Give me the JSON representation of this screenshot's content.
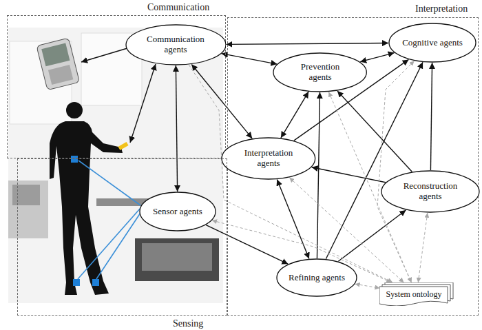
{
  "diagram": {
    "nodes": [
      {
        "text": [
          "Communication"
        ]
      },
      {
        "text": [
          "Communication agents"
        ],
        "in": 0
      },
      {
        "text": [
          "Interpretation"
        ]
      },
      {
        "text": [
          "Cognitive agents"
        ],
        "in": 2
      },
      {
        "text": [
          "Prevention agents"
        ],
        "in": 2
      },
      {
        "text": [
          "Interpretation agents"
        ],
        "in": 2
      },
      {
        "text": [
          "Reconstruction agents"
        ],
        "in": 2
      },
      {
        "text": [
          "Refining agents"
        ],
        "in": 2
      },
      {
        "text": [
          "System ontology"
        ],
        "in": 2
      },
      {
        "text": [
          "Sensing"
        ]
      },
      {
        "text": [
          "Sensor agents"
        ],
        "in": 9
      }
    ],
    "edges": [
      {
        "from": 1,
        "to": 3,
        "arrow": "both"
      },
      {
        "from": 1,
        "to": 4,
        "arrow": "both"
      },
      {
        "from": 1,
        "to": 5,
        "arrow": "both"
      },
      {
        "from": 1,
        "to": 10,
        "arrow": "both"
      },
      {
        "from": 4,
        "to": 3,
        "arrow": "both"
      },
      {
        "from": 5,
        "to": 4,
        "arrow": "both"
      },
      {
        "from": 5,
        "to": 3,
        "arrow": "to"
      },
      {
        "from": 5,
        "to": 7,
        "arrow": "both"
      },
      {
        "from": 6,
        "to": 5,
        "arrow": "to"
      },
      {
        "from": 6,
        "to": 4,
        "arrow": "to"
      },
      {
        "from": 6,
        "to": 3,
        "arrow": "to"
      },
      {
        "from": 7,
        "to": 4,
        "arrow": "to"
      },
      {
        "from": 7,
        "to": 3,
        "arrow": "to"
      },
      {
        "from": 7,
        "to": 6,
        "arrow": "to"
      },
      {
        "from": 10,
        "to": 7,
        "arrow": "to"
      },
      {
        "from": 1,
        "to": 8,
        "arrow": "to"
      },
      {
        "from": 10,
        "to": 8,
        "arrow": "both"
      },
      {
        "from": 5,
        "to": 8,
        "arrow": "both"
      },
      {
        "from": 4,
        "to": 8,
        "arrow": "both"
      },
      {
        "from": 7,
        "to": 8,
        "arrow": "both"
      },
      {
        "from": 3,
        "to": 8,
        "arrow": "both"
      },
      {
        "from": 6,
        "to": 8,
        "arrow": "both"
      }
    ]
  }
}
